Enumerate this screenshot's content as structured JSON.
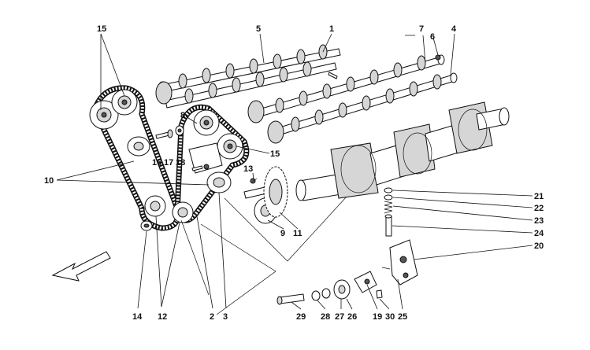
{
  "diagram": {
    "labels": {
      "l1": "1",
      "l2": "2",
      "l3": "3",
      "l4": "4",
      "l5": "5",
      "l6": "6",
      "l7": "7",
      "l8": "8",
      "l9": "9",
      "l10": "10",
      "l11": "11",
      "l12": "12",
      "l13": "13",
      "l14": "14",
      "l15a": "15",
      "l15b": "15",
      "l16": "16",
      "l17": "17",
      "l18": "18",
      "l19": "19",
      "l20": "20",
      "l21": "21",
      "l22": "22",
      "l23": "23",
      "l24": "24",
      "l25": "25",
      "l26": "26",
      "l27": "27",
      "l28": "28",
      "l29": "29",
      "l30": "30"
    },
    "icons": {
      "direction_arrow": "front-direction-arrow-icon"
    }
  }
}
